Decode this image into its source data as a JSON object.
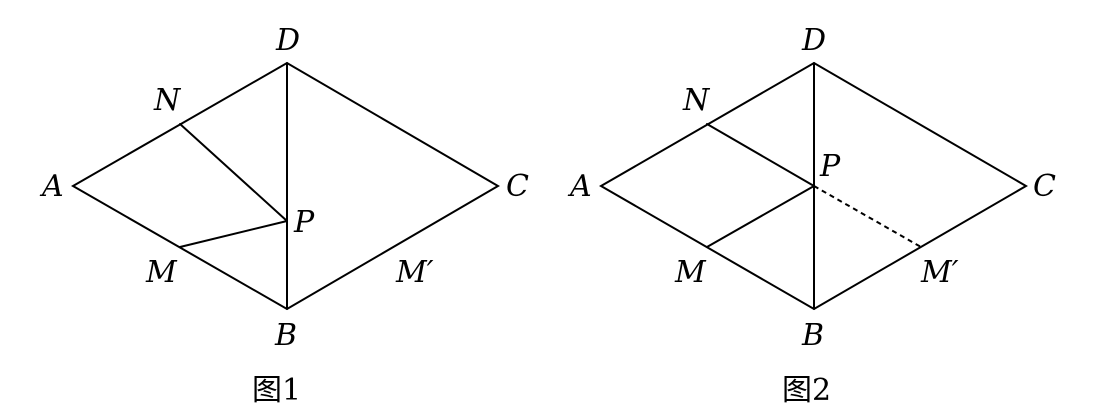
{
  "figure1": {
    "caption": "图1",
    "labels": {
      "D": "D",
      "N": "N",
      "A": "A",
      "P": "P",
      "C": "C",
      "M": "M",
      "M_prime": "M′",
      "B": "B"
    }
  },
  "figure2": {
    "caption": "图2",
    "labels": {
      "D": "D",
      "N": "N",
      "A": "A",
      "P": "P",
      "C": "C",
      "M": "M",
      "M_prime": "M′",
      "B": "B"
    }
  }
}
